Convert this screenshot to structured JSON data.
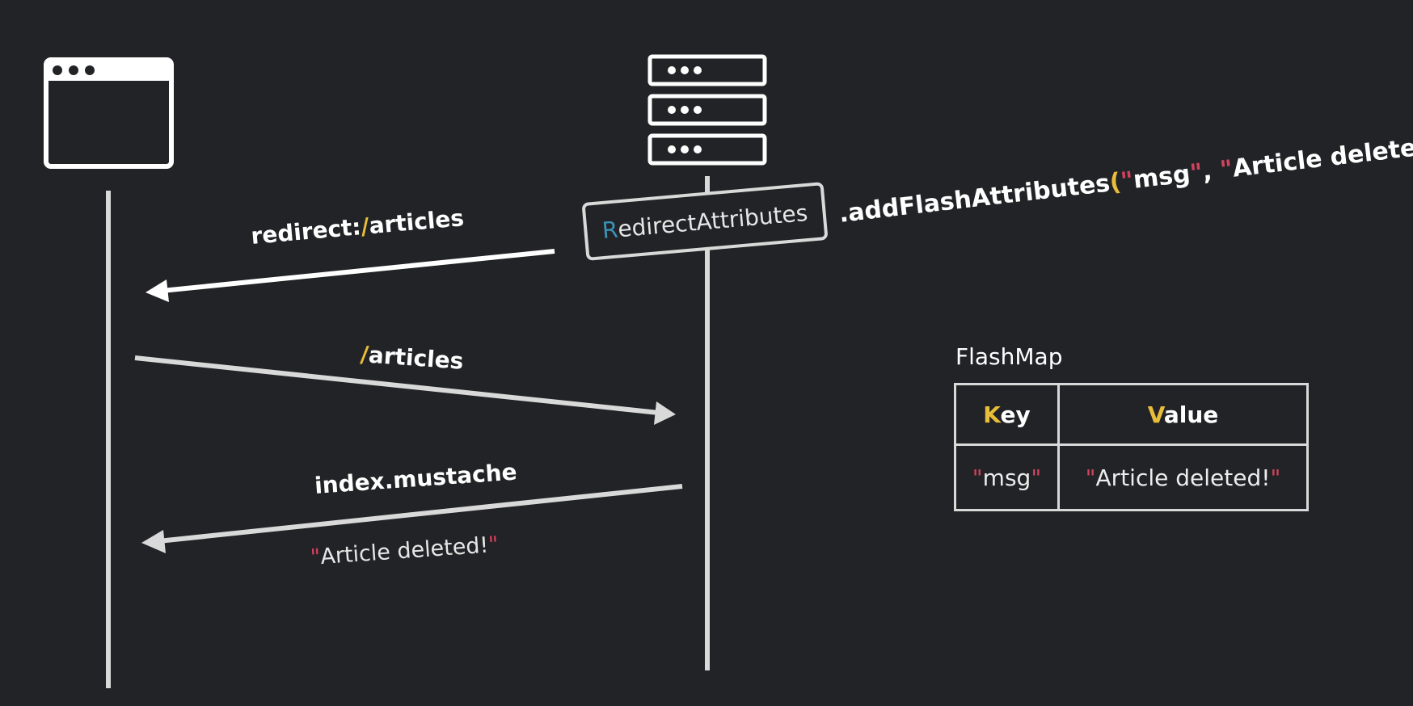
{
  "client_label": "",
  "server_label": "",
  "redirect": {
    "prefix": "redirect:",
    "slash": "/",
    "path": "articles"
  },
  "request": {
    "slash": "/",
    "path": "articles"
  },
  "response": {
    "template": "index.mustache",
    "message": "Article deleted!"
  },
  "redirect_attributes": {
    "first_letter": "R",
    "rest": "edirectAttributes"
  },
  "add_flash_call": {
    "method": ".addFlashAttributes",
    "open_paren": "(",
    "key": "msg",
    "separator": ", ",
    "value": "Article deleted!",
    "close_paren": ")",
    "semicolon": ";"
  },
  "flashmap": {
    "title": "FlashMap",
    "headers": [
      {
        "accent": "K",
        "rest": "ey"
      },
      {
        "accent": "V",
        "rest": "alue"
      }
    ],
    "rows": [
      {
        "key": "msg",
        "value": "Article deleted!"
      }
    ]
  },
  "colors": {
    "background": "#222326",
    "line": "#d9d9d9",
    "quote": "#d0435d",
    "accent_yellow": "#e8bd3a",
    "accent_blue": "#3a93b8"
  }
}
